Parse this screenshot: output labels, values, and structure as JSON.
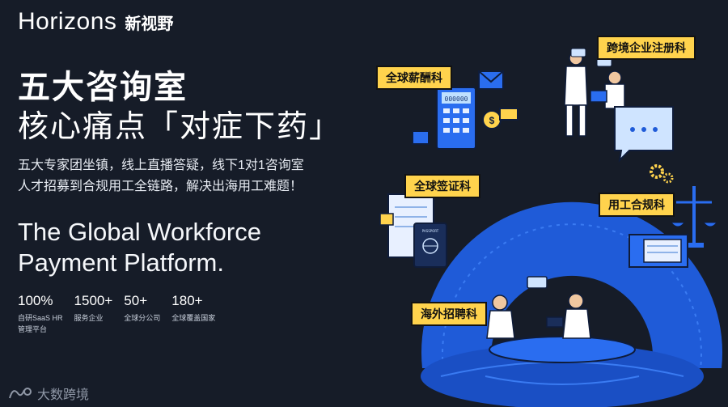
{
  "brand": {
    "name_en": "Horizons",
    "name_cn": "新视野"
  },
  "headline": {
    "line1": "五大咨询室",
    "line2": "核心痛点「对症下药」"
  },
  "description": [
    "五大专家团坐镇，线上直播答疑，线下1对1咨询室",
    "人才招募到合规用工全链路，解决出海用工难题！"
  ],
  "english_title": [
    "The Global Workforce",
    "Payment Platform."
  ],
  "stats": [
    {
      "value": "100%",
      "label": "自研SaaS HR",
      "label2": "管理平台"
    },
    {
      "value": "1500+",
      "label": "服务企业"
    },
    {
      "value": "50+",
      "label": "全球分公司"
    },
    {
      "value": "180+",
      "label": "全球覆盖国家"
    }
  ],
  "tags": {
    "registration": "跨境企业注册科",
    "payroll": "全球薪酬科",
    "visa": "全球签证科",
    "compliance": "用工合规科",
    "recruitment": "海外招聘科"
  },
  "calculator_display": "000000",
  "passport_text": "PASSPORT",
  "watermark": "大数跨境",
  "colors": {
    "background": "#161c28",
    "arc": "#1f5bd8",
    "tag": "#ffd34d"
  }
}
